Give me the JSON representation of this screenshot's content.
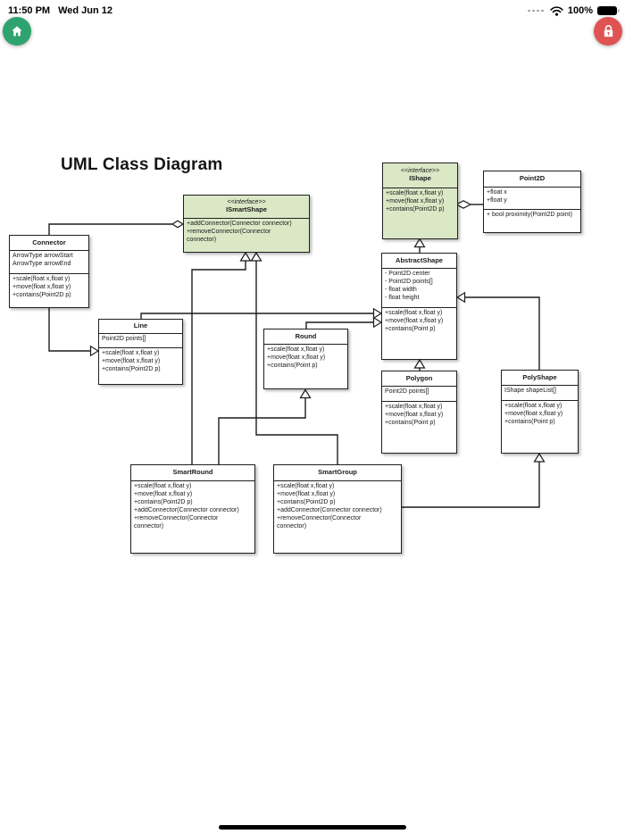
{
  "status_bar": {
    "time": "11:50 PM",
    "date": "Wed Jun 12",
    "battery_percent": "100%",
    "icons": [
      "cellular-dots-icon",
      "wifi-icon",
      "battery-full-icon"
    ]
  },
  "toolbar": {
    "home_button": {
      "icon": "house-icon",
      "color": "#2ea36f"
    },
    "lock_button": {
      "icon": "padlock-icon",
      "color": "#df5353"
    }
  },
  "diagram": {
    "title": "UML Class Diagram",
    "interface_fill_color": "#dae8c6",
    "class_fill_color": "#ffffff",
    "line_color": "#1c1c1c",
    "classes": {
      "ishape": {
        "stereotype": "<<interface>>",
        "name": "IShape",
        "methods": [
          "+scale(float x,float y)",
          "+move(float x,float y)",
          "+contains(Point2D p)"
        ]
      },
      "point2d": {
        "name": "Point2D",
        "attributes": [
          "+float x",
          "+float y"
        ],
        "methods": [
          "+ bool proximity(Point2D point)"
        ]
      },
      "ismartshape": {
        "stereotype": "<<interface>>",
        "name": "ISmartShape",
        "methods": [
          "+addConnector(Connector connector)",
          "+removeConnector(Connector connector)"
        ]
      },
      "connector": {
        "name": "Connector",
        "attributes": [
          "ArrowType arrowStart",
          "ArrowType arrowEnd"
        ],
        "methods": [
          "+scale(float x,float y)",
          "+move(float x,float y)",
          "+contains(Point2D p)"
        ]
      },
      "abstractshape": {
        "name": "AbstractShape",
        "attributes": [
          "- Point2D center",
          "- Point2D points[]",
          "- float width",
          "- float height"
        ],
        "methods": [
          "+scale(float x,float y)",
          "+move(float x,float y)",
          "+contains(Point p)"
        ]
      },
      "line": {
        "name": "Line",
        "attributes": [
          "Point2D points[]"
        ],
        "methods": [
          "+scale(float x,float y)",
          "+move(float x,float y)",
          "+contains(Point2D p)"
        ]
      },
      "round": {
        "name": "Round",
        "methods": [
          "+scale(float x,float y)",
          "+move(float x,float y)",
          "+contains(Point p)"
        ]
      },
      "polygon": {
        "name": "Polygon",
        "attributes": [
          "Point2D points[]"
        ],
        "methods": [
          "+scale(float x,float y)",
          "+move(float x,float y)",
          "+contains(Point p)"
        ]
      },
      "polyshape": {
        "name": "PolyShape",
        "attributes": [
          "IShape shapeList[]"
        ],
        "methods": [
          "+scale(float x,float y)",
          "+move(float x,float y)",
          "+contains(Point p)"
        ]
      },
      "smartround": {
        "name": "SmartRound",
        "methods": [
          "+scale(float x,float y)",
          "+move(float x,float y)",
          "+contains(Point2D p)",
          "+addConnector(Connector connector)",
          "+removeConnector(Connector connector)"
        ]
      },
      "smartgroup": {
        "name": "SmartGroup",
        "methods": [
          "+scale(float x,float y)",
          "+move(float x,float y)",
          "+contains(Point2D p)",
          "+addConnector(Connector connector)",
          "+removeConnector(Connector connector)"
        ]
      }
    },
    "relationships": [
      {
        "owner": "ISmartShape",
        "part": "Connector",
        "type": "aggregation"
      },
      {
        "owner": "IShape",
        "part": "Point2D",
        "type": "aggregation"
      },
      {
        "from": "AbstractShape",
        "to": "IShape",
        "type": "generalization"
      },
      {
        "from": "Line",
        "to": "AbstractShape",
        "type": "generalization"
      },
      {
        "from": "Round",
        "to": "AbstractShape",
        "type": "generalization"
      },
      {
        "from": "Polygon",
        "to": "AbstractShape",
        "type": "generalization"
      },
      {
        "from": "PolyShape",
        "to": "AbstractShape",
        "type": "generalization"
      },
      {
        "from": "SmartRound",
        "to": "ISmartShape",
        "type": "generalization"
      },
      {
        "from": "SmartGroup",
        "to": "ISmartShape",
        "type": "generalization"
      },
      {
        "from": "SmartRound",
        "to": "Round",
        "type": "generalization"
      },
      {
        "from": "SmartGroup",
        "to": "PolyShape",
        "type": "generalization"
      },
      {
        "from": "Connector",
        "to": "Line",
        "type": "generalization"
      }
    ]
  }
}
